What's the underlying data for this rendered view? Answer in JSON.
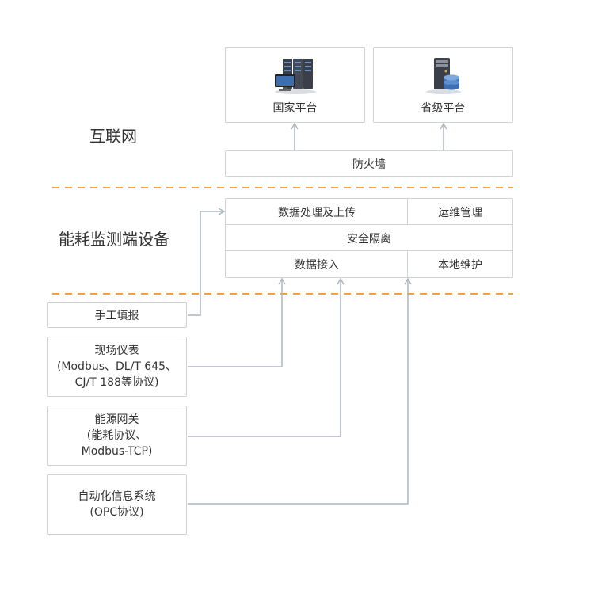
{
  "zones": {
    "internet": "互联网",
    "device": "能耗监测端设备"
  },
  "platforms": [
    {
      "label": "国家平台",
      "icon": "server-rack-monitor-icon"
    },
    {
      "label": "省级平台",
      "icon": "server-database-icon"
    }
  ],
  "firewall": "防火墙",
  "device_blocks": {
    "processing": "数据处理及上传",
    "ops": "运维管理",
    "isolation": "安全隔离",
    "access": "数据接入",
    "maintenance": "本地维护"
  },
  "sources": [
    {
      "lines": [
        "手工填报"
      ]
    },
    {
      "lines": [
        "现场仪表",
        "(Modbus、DL/T 645、",
        "CJ/T 188等协议)"
      ]
    },
    {
      "lines": [
        "能源网关",
        "(能耗协议、",
        "Modbus-TCP)"
      ]
    },
    {
      "lines": [
        "自动化信息系统",
        "(OPC协议)"
      ]
    }
  ],
  "colors": {
    "dashed_divider": "#f0a33c",
    "border": "#cfd3da",
    "connector": "#aeb6c2",
    "server_blue": "#3d6fb0",
    "server_dark": "#3a3f4a"
  }
}
